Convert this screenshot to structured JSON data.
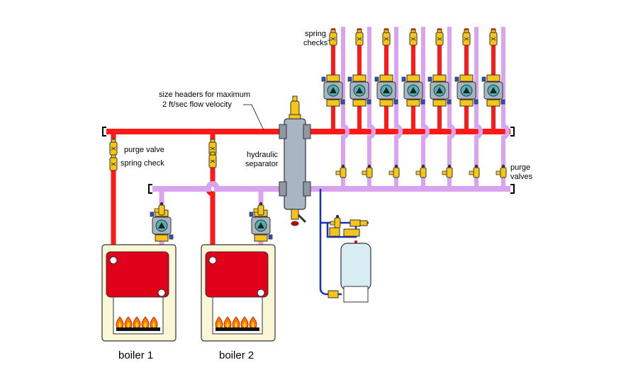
{
  "labels": {
    "spring_checks_line1": "spring",
    "spring_checks_line2": "checks",
    "headers_note_line1": "size headers for maximum",
    "headers_note_line2": "2 ft/sec flow velocity",
    "purge_valve": "purge valve",
    "spring_check": "spring check",
    "separator_line1": "hydraulic",
    "separator_line2": "separator",
    "purge_valves_line1": "purge",
    "purge_valves_line2": "valves",
    "boiler_1": "boiler 1",
    "boiler_2": "boiler 2"
  },
  "colors": {
    "supply": "#ff1a1a",
    "return": "#d9a3f0",
    "makeup_water": "#1a2fbf",
    "valve_brass": "#f5c518",
    "pump_body": "#a9b5c2",
    "boiler_housing": "#f9f7d6",
    "heat_exchanger": "#e0001a"
  },
  "icons": {
    "circulator": "circulator-icon",
    "valve": "valve-icon",
    "burner": "burner-flame-icon",
    "expansion_tank": "expansion-tank-icon",
    "air_vent": "air-vent-icon"
  }
}
